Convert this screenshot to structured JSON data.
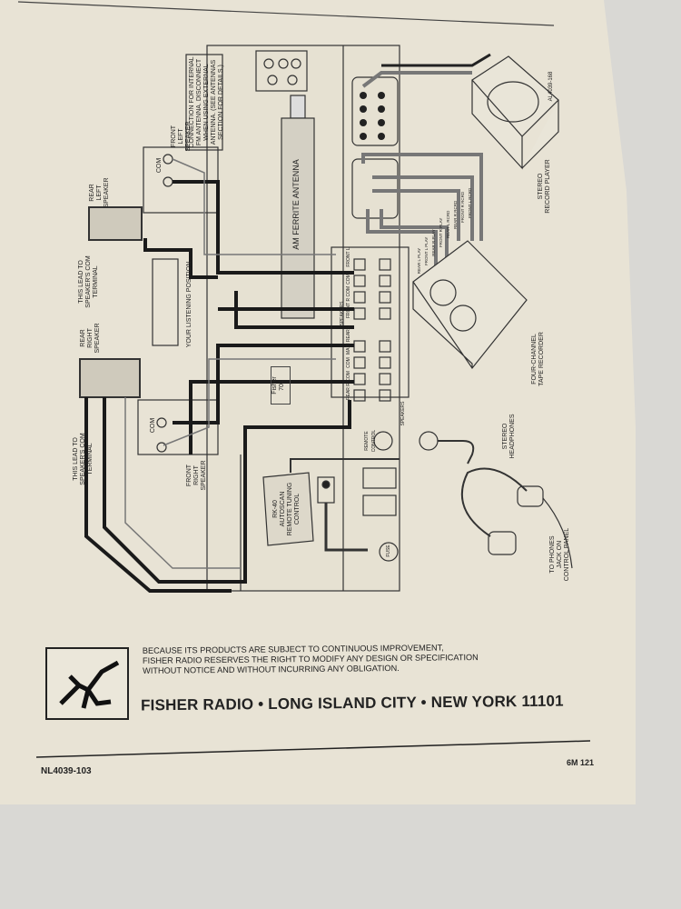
{
  "diagram": {
    "antenna_note": "CONNECTION FOR INTERNAL\nFM ANTENNA. DISCONNECT\nWHEN USING EXTERNAL\nANTENNA. (SEE ANTENNAS\nSECTION FOR DETAILS.)",
    "am_antenna": "AM FERRITE ANTENNA",
    "front_left_speaker": "FRONT\nLEFT\nSPEAKER",
    "rear_left_speaker": "REAR\nLEFT\nSPEAKER",
    "rear_right_speaker": "REAR\nRIGHT\nSPEAKER",
    "front_right_speaker": "FRONT\nRIGHT\nSPEAKER",
    "com_lead_note_upper": "THIS LEAD TO\nSPEAKER'S COM\nTERMINAL",
    "com_lead_note_lower": "THIS LEAD TO\nSPEAKER'S COM\nTERMINAL",
    "com_label": "COM",
    "listening_position": "YOUR LISTENING POSITION",
    "model_plate": "Fisher\n701",
    "speaker_terminals": [
      "FRONT L",
      "COM",
      "FRONT R COM",
      "SPEAKERS",
      "MAIN REAR L",
      "COM",
      "REAR R COM"
    ],
    "remote_label": "REMOTE\nCONTROL",
    "speakers_switch": "SPEAKERS",
    "rk40": "RK-40\nAUTOSCAN\nREMOTE TUNING\nCONTROL",
    "fuse": "FUSE",
    "tape_leads": [
      "REAR L PLAY",
      "FRONT L PLAY",
      "REAR R PLAY",
      "FRONT R PLAY",
      "REAR L RCRD",
      "REAR R RCRD",
      "FRONT R RCRD",
      "FRONT L RCRD"
    ],
    "record_player": "STEREO\nRECORD PLAYER",
    "record_player_code": "AL4039-168",
    "tape_recorder": "FOUR-CHANNEL\nTAPE RECORDER",
    "headphones": "STEREO\nHEADPHONES",
    "phones_note": "TO PHONES\nJACK ON\nCONTROL PANEL"
  },
  "footer": {
    "disclaimer": "BECAUSE ITS PRODUCTS ARE SUBJECT TO CONTINUOUS IMPROVEMENT,\nFISHER RADIO RESERVES THE RIGHT TO MODIFY ANY DESIGN OR SPECIFICATION\nWITHOUT NOTICE AND WITHOUT INCURRING ANY OBLIGATION.",
    "company_line": "FISHER RADIO • LONG ISLAND CITY • NEW YORK 11101",
    "doc_code": "NL4039-103",
    "page_code": "6M 121"
  }
}
